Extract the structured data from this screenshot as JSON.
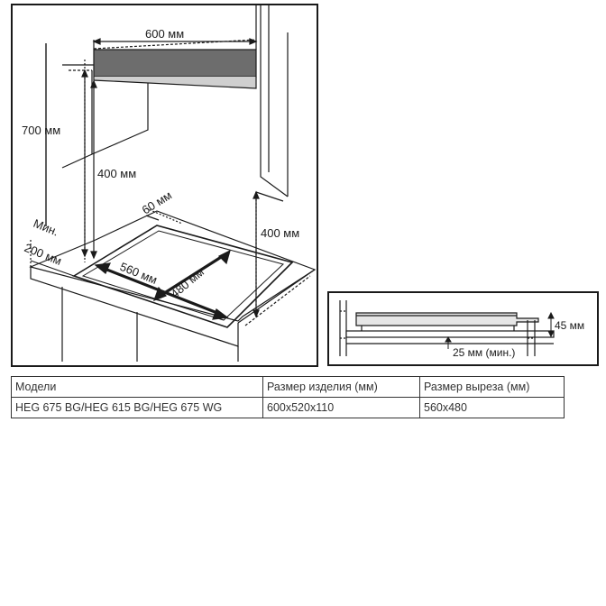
{
  "main_diagram": {
    "width_label": "600 мм",
    "height_above_label": "700 мм",
    "cabinet_clearance_label": "400 мм",
    "side_clearance_label": "400 мм",
    "back_gap_label": "60 мм",
    "front_min_label_line1": "Мин.",
    "front_min_label_line2": "200 мм",
    "cutout_width_label": "560 мм",
    "cutout_depth_label": "480 мм"
  },
  "side_diagram": {
    "height_label": "45 мм",
    "min_gap_label": "25 мм (мин.)"
  },
  "table": {
    "headers": [
      "Модели",
      "Размер изделия (мм)",
      "Размер выреза (мм)"
    ],
    "rows": [
      [
        "HEG 675 BG/HEG 615 BG/HEG 675 WG",
        "600x520x110",
        "560x480"
      ]
    ]
  }
}
